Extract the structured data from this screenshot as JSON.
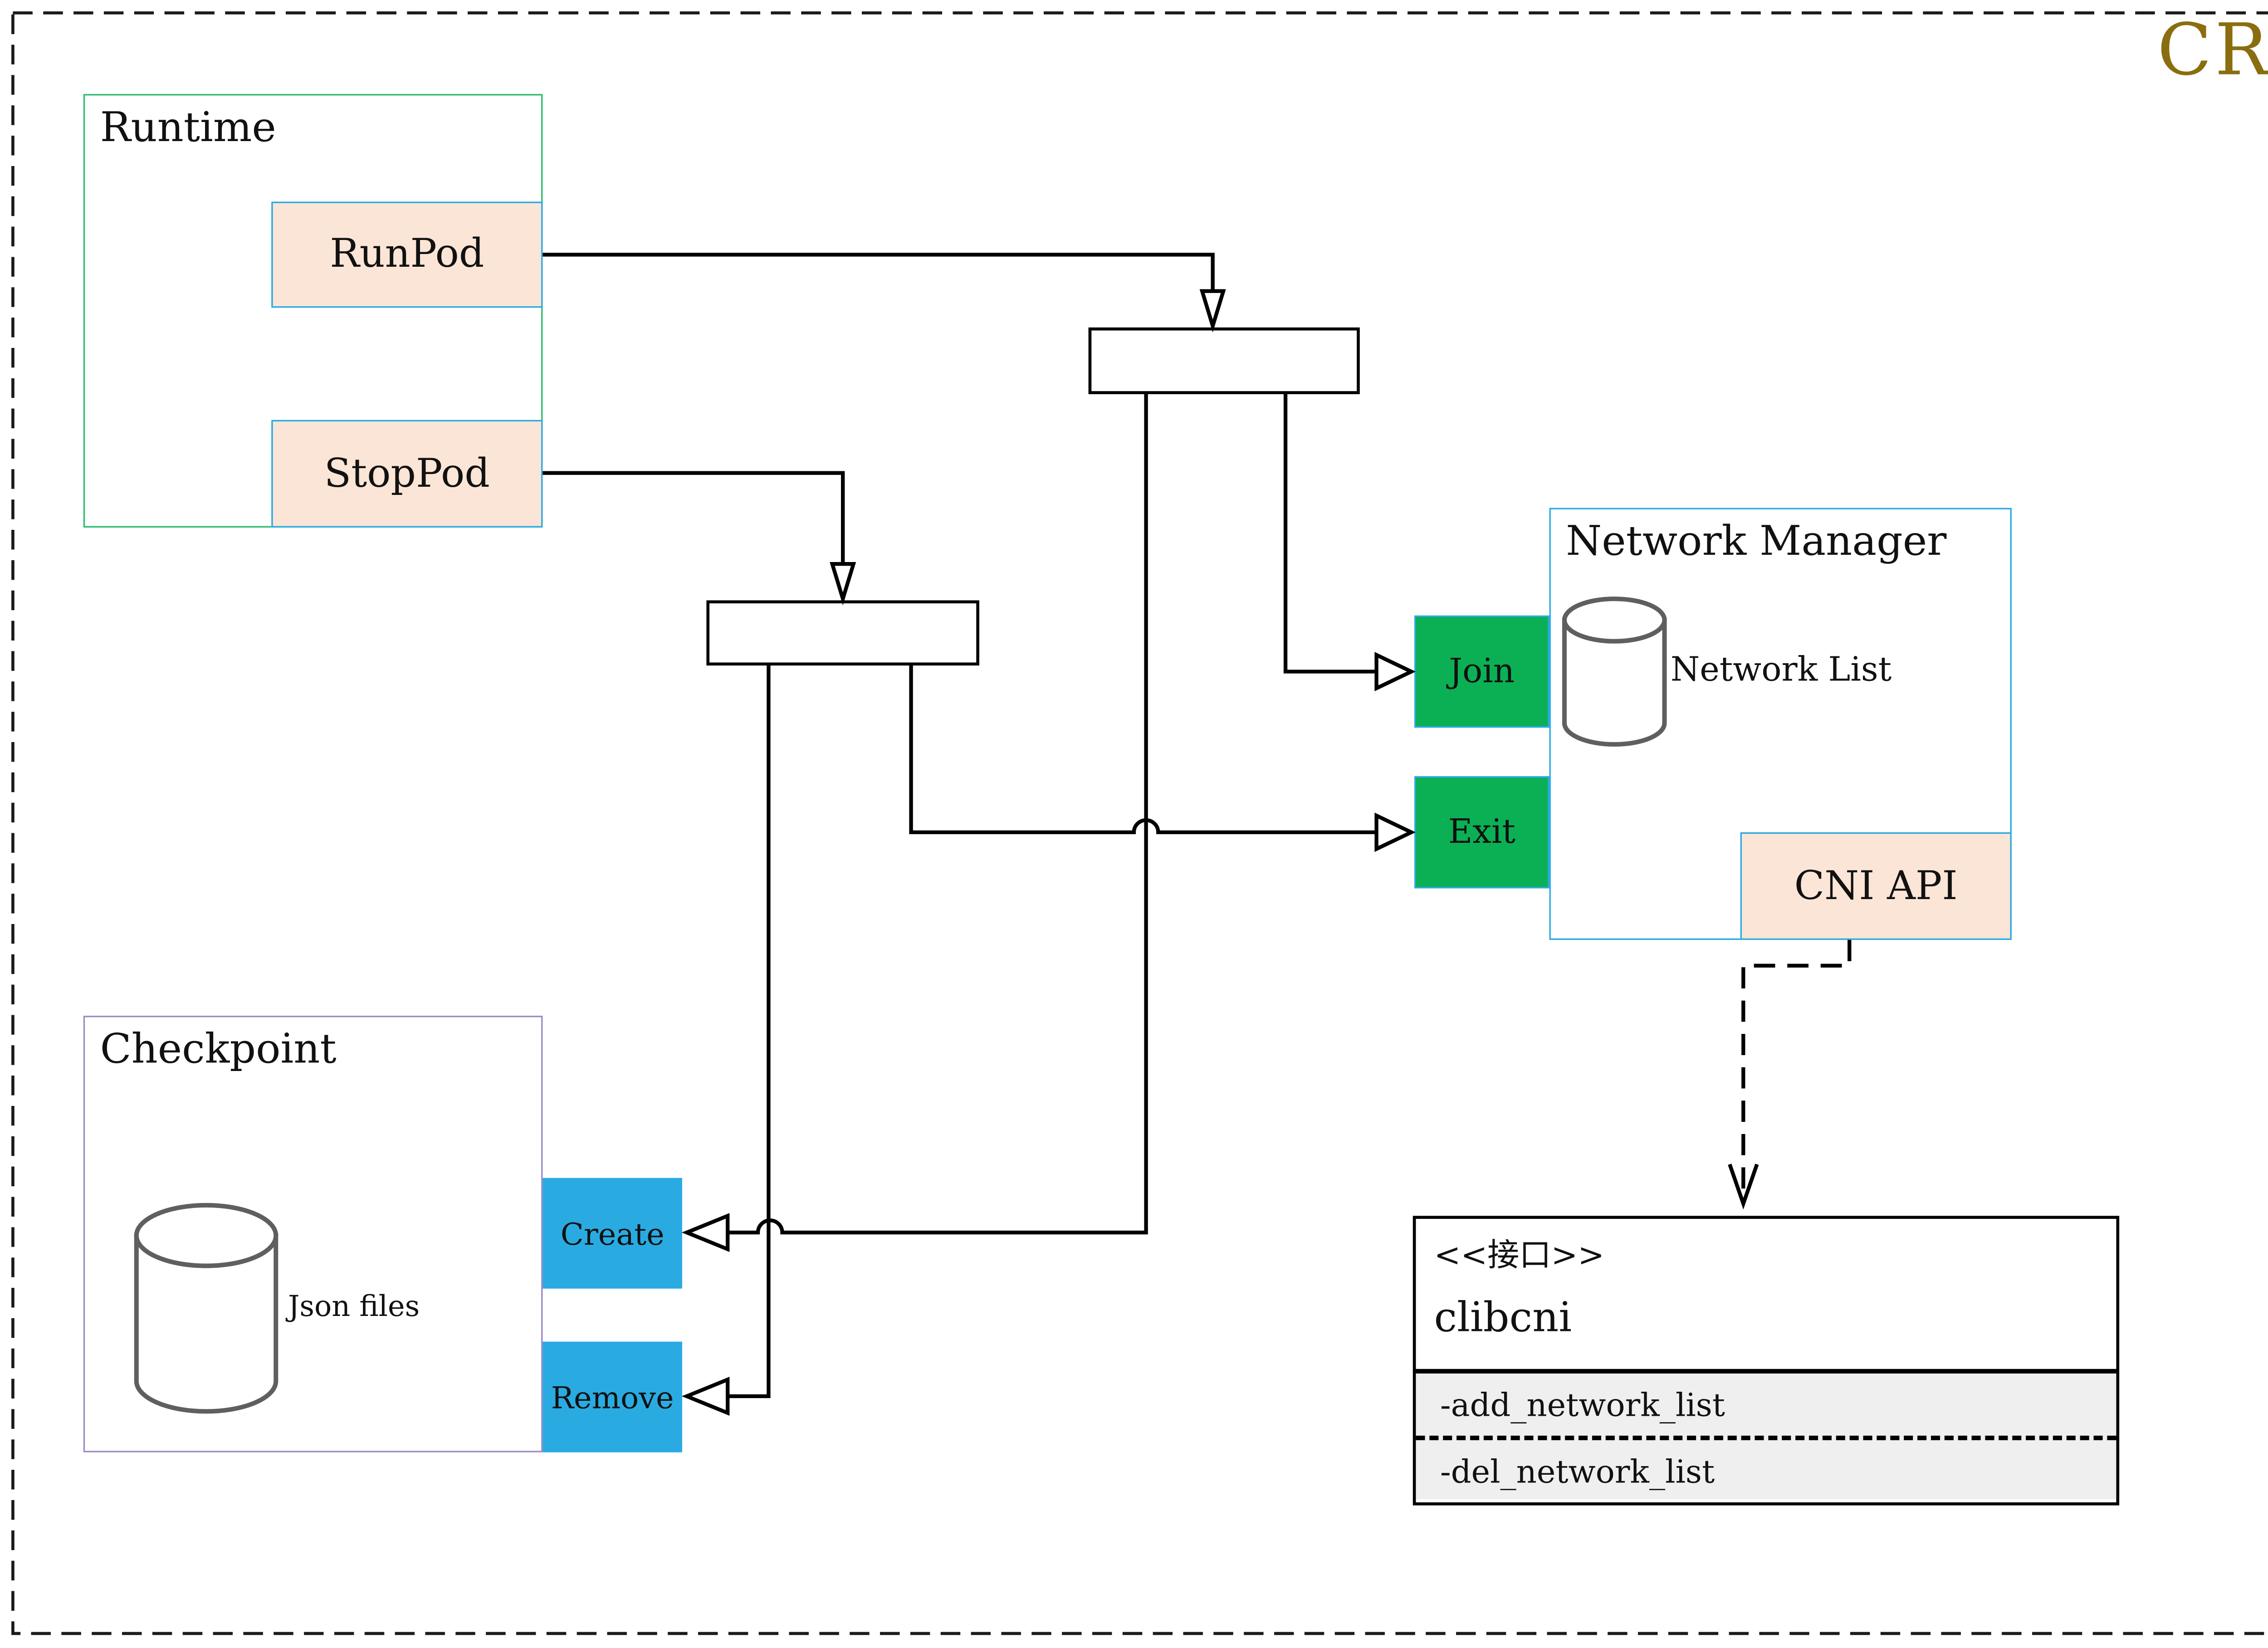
{
  "page_title": "CRI",
  "colors": {
    "cri_title": "#8a6d0e",
    "runtime_border": "#2dbd6e",
    "network_manager_border": "#29abe2",
    "checkpoint_border": "#9b8ac4",
    "peach_fill": "#fbe5d6",
    "peach_border": "#29abe2",
    "green_fill": "#0bb054",
    "blue_fill": "#29abe2",
    "cylinder_stroke": "#5f5f5f",
    "interface_section_fill": "#efefef",
    "line_color": "#000000",
    "outer_border": "#1a1a1a"
  },
  "runtime": {
    "label": "Runtime",
    "buttons": [
      {
        "label": "RunPod"
      },
      {
        "label": "StopPod"
      }
    ]
  },
  "network_manager": {
    "label": "Network Manager",
    "store_label": "Network List",
    "api_label": "CNI API",
    "operations": [
      {
        "label": "Join"
      },
      {
        "label": "Exit"
      }
    ]
  },
  "checkpoint": {
    "label": "Checkpoint",
    "store_label": "Json files",
    "actions": [
      {
        "label": "Create"
      },
      {
        "label": "Remove"
      }
    ]
  },
  "interface_class": {
    "stereotype": "<<接口>>",
    "name": "clibcni",
    "methods": [
      "-add_network_list",
      "-del_network_list"
    ]
  },
  "connections": [
    {
      "from": "RunPod",
      "via": "junction-1",
      "to": [
        "Join",
        "Create"
      ],
      "style": "solid, open triangle arrowheads"
    },
    {
      "from": "StopPod",
      "via": "junction-2",
      "to": [
        "Exit",
        "Remove"
      ],
      "style": "solid, open triangle arrowheads, line hops at crossings"
    },
    {
      "from": "CNI API",
      "to": "clibcni",
      "style": "dashed, open V arrowhead"
    }
  ]
}
